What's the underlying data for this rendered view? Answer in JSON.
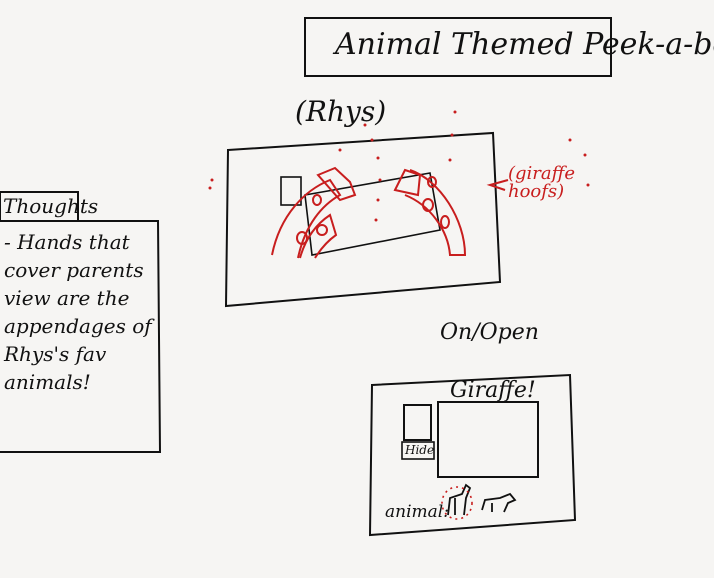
{
  "title": "Animal Themed Peek-a-boo",
  "user_label": "(Rhys)",
  "annotation": "(giraffe hoofs)",
  "thoughts": {
    "heading": "Thoughts",
    "lines": [
      "- Hands that",
      "cover parents",
      "view are the",
      "appendages of",
      "Rhys's fav",
      "animals!"
    ]
  },
  "mode_label": "On/Open",
  "wireframe": {
    "animal_name": "Giraffe!",
    "hide_button": "Hide",
    "animal_label": "animal:"
  },
  "colors": {
    "ink": "#111111",
    "red": "#c81e1e",
    "paper": "#f6f5f3"
  }
}
